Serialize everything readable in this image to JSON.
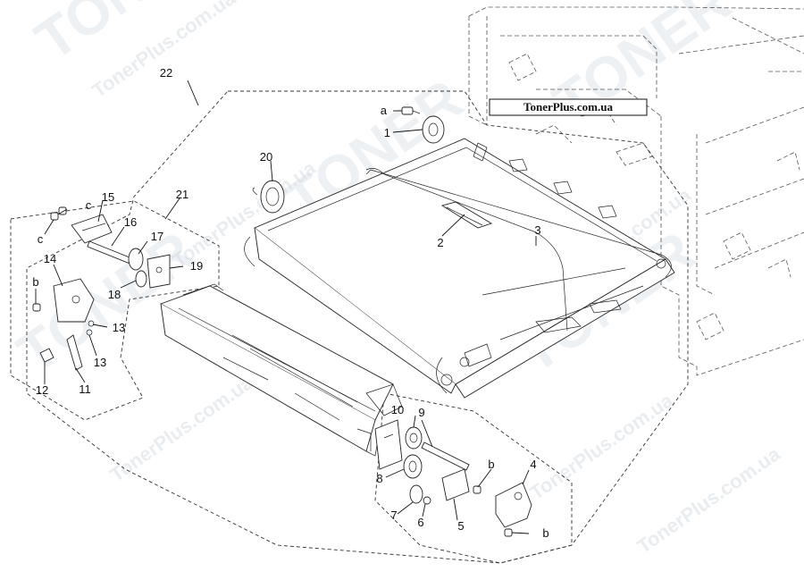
{
  "watermark": {
    "brand_mark": "TONER",
    "site_text": "TonerPlus.com.ua"
  },
  "brand_label": "TonerPlus.com.ua",
  "callouts": [
    {
      "id": "a",
      "text": "a"
    },
    {
      "id": "1",
      "text": "1"
    },
    {
      "id": "2",
      "text": "2"
    },
    {
      "id": "3",
      "text": "3"
    },
    {
      "id": "4",
      "text": "4"
    },
    {
      "id": "5",
      "text": "5"
    },
    {
      "id": "6",
      "text": "6"
    },
    {
      "id": "7",
      "text": "7"
    },
    {
      "id": "8",
      "text": "8"
    },
    {
      "id": "9",
      "text": "9"
    },
    {
      "id": "10",
      "text": "10"
    },
    {
      "id": "11",
      "text": "11"
    },
    {
      "id": "12",
      "text": "12"
    },
    {
      "id": "13a",
      "text": "13"
    },
    {
      "id": "13b",
      "text": "13"
    },
    {
      "id": "14",
      "text": "14"
    },
    {
      "id": "15",
      "text": "15"
    },
    {
      "id": "16",
      "text": "16"
    },
    {
      "id": "17",
      "text": "17"
    },
    {
      "id": "18",
      "text": "18"
    },
    {
      "id": "19",
      "text": "19"
    },
    {
      "id": "20",
      "text": "20"
    },
    {
      "id": "21",
      "text": "21"
    },
    {
      "id": "22",
      "text": "22"
    },
    {
      "id": "b1",
      "text": "b"
    },
    {
      "id": "b2",
      "text": "b"
    },
    {
      "id": "b3",
      "text": "b"
    },
    {
      "id": "c1",
      "text": "c"
    },
    {
      "id": "c2",
      "text": "c"
    }
  ]
}
